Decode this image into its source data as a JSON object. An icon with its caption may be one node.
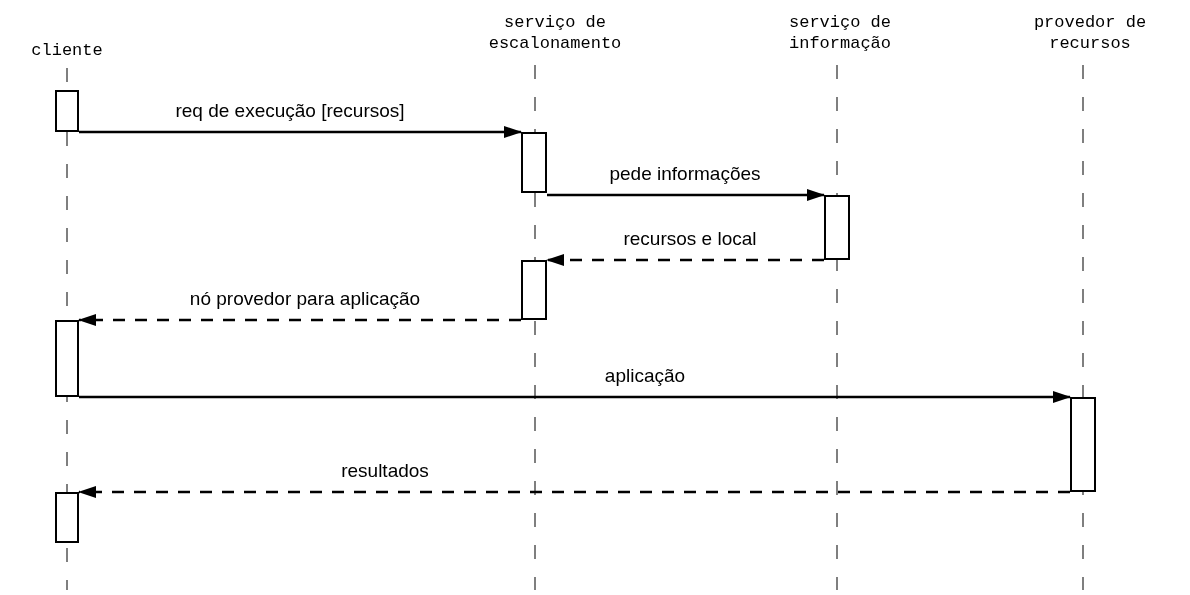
{
  "diagram": {
    "nodes": [
      {
        "text": [
          "cliente"
        ]
      },
      {
        "text": [
          "serviço de escalonamento"
        ]
      },
      {
        "text": [
          "serviço de informação"
        ]
      },
      {
        "text": [
          "provedor de recursos"
        ]
      },
      {
        "text": [],
        "shape": "bar"
      },
      {
        "text": [],
        "shape": "bar"
      },
      {
        "text": [],
        "shape": "bar"
      },
      {
        "text": [],
        "shape": "bar"
      },
      {
        "text": [],
        "shape": "bar"
      },
      {
        "text": [],
        "shape": "bar"
      },
      {
        "text": [],
        "shape": "bar"
      }
    ],
    "edges": [
      {
        "from": 4,
        "to": 5,
        "arrow": "to",
        "label": "req de execução [recursos]"
      },
      {
        "from": 5,
        "to": 6,
        "arrow": "to",
        "label": "pede informações"
      },
      {
        "from": 6,
        "to": 7,
        "arrow": "to",
        "label": "recursos e local",
        "style": "dashed"
      },
      {
        "from": 7,
        "to": 8,
        "arrow": "to",
        "label": "nó provedor para aplicação",
        "style": "dashed"
      },
      {
        "from": 8,
        "to": 9,
        "arrow": "to",
        "label": "aplicação"
      },
      {
        "from": 9,
        "to": 10,
        "arrow": "to",
        "label": "resultados",
        "style": "dashed"
      }
    ]
  }
}
